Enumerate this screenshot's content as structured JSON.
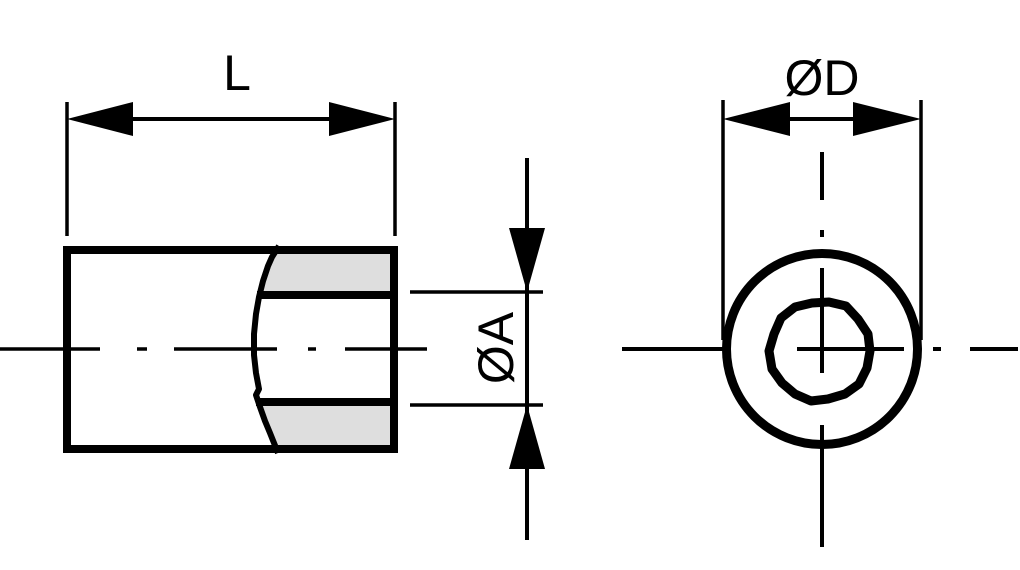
{
  "drawing": {
    "dimension_labels": {
      "length": "L",
      "outer_diameter": "ØD",
      "bore_diameter": "ØA"
    },
    "colors": {
      "line": "#000000",
      "section_fill": "#dedede",
      "background": "#ffffff"
    }
  }
}
